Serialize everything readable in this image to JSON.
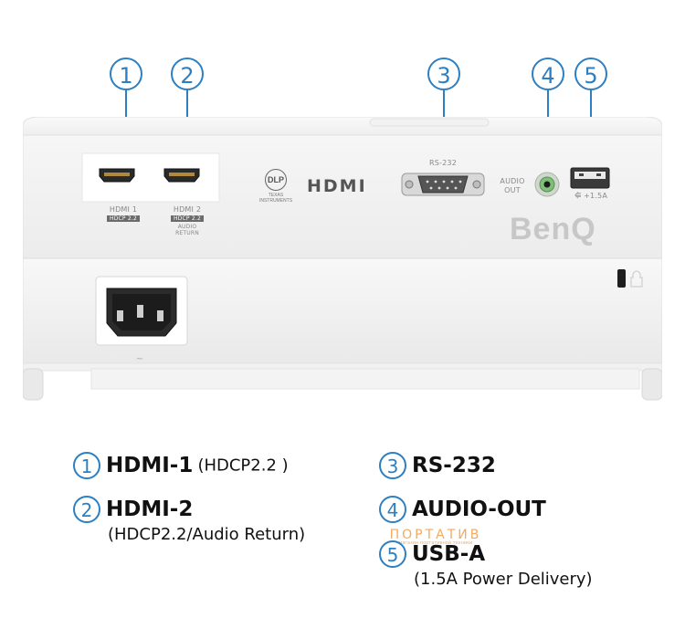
{
  "callouts": [
    "1",
    "2",
    "3",
    "4",
    "5"
  ],
  "ports": {
    "hdmi1": {
      "label": "HDMI 1",
      "tag": "HDCP 2.2"
    },
    "hdmi2": {
      "label": "HDMI 2",
      "tag": "HDCP 2.2",
      "extra1": "AUDIO",
      "extra2": "RETURN"
    },
    "rs232": {
      "label": "RS-232"
    },
    "audio": {
      "label1": "AUDIO",
      "label2": "OUT"
    },
    "usb": {
      "label": "+1.5A"
    }
  },
  "logos": {
    "dlp": "DLP",
    "dlp_sub": "TEXAS INSTRUMENTS",
    "hdmi": "HDMI",
    "brand": "BenQ"
  },
  "legend": [
    {
      "num": "1",
      "title": "HDMI-1",
      "sub": "(HDCP2.2 )"
    },
    {
      "num": "2",
      "title": "HDMI-2",
      "sub": "(HDCP2.2/Audio Return)"
    },
    {
      "num": "3",
      "title": "RS-232",
      "sub": ""
    },
    {
      "num": "4",
      "title": "AUDIO-OUT",
      "sub": ""
    },
    {
      "num": "5",
      "title": "USB-A",
      "sub": "(1.5A Power Delivery)"
    }
  ],
  "watermark": {
    "text": "ПОРТАТИВ",
    "tagline": "магазин портативной техники"
  },
  "colors": {
    "accent": "#2d7fc1",
    "watermark": "#f39c46"
  }
}
